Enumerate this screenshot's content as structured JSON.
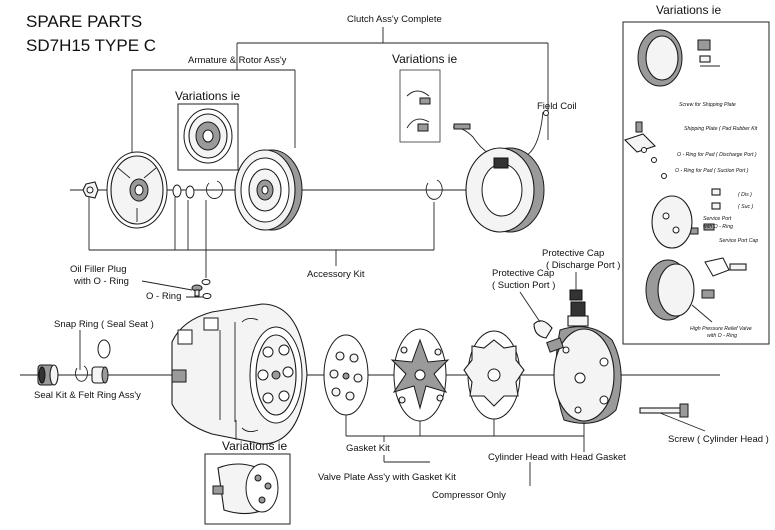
{
  "title": {
    "line1": "SPARE PARTS",
    "line2": "SD7H15 TYPE C"
  },
  "labels": {
    "clutch_assy": "Clutch Ass'y Complete",
    "armature_rotor": "Armature & Rotor Ass'y",
    "variations_top": "Variations ie",
    "variations_armature": "Variations ie",
    "variations_bottom": "Variations ie",
    "variations_right": "Variations ie",
    "field_coil": "Field Coil",
    "accessory_kit": "Accessory Kit",
    "oil_filler_plug_1": "Oil Filler Plug",
    "oil_filler_plug_2": "with O - Ring",
    "o_ring": "O - Ring",
    "snap_ring": "Snap Ring ( Seal Seat )",
    "seal_kit": "Seal Kit & Felt Ring Ass'y",
    "gasket_kit": "Gasket Kit",
    "valve_plate": "Valve Plate Ass'y with Gasket Kit",
    "compressor_only": "Compressor Only",
    "cylinder_head": "Cylinder Head with Head Gasket",
    "protective_cap_discharge_1": "Protective Cap",
    "protective_cap_discharge_2": "( Discharge Port )",
    "protective_cap_suction_1": "Protective Cap",
    "protective_cap_suction_2": "( Suction Port )",
    "screw_cylinder_head": "Screw ( Cylinder Head )"
  },
  "side_panel": {
    "screw_shipping_plate": "Screw for Shipping Plate",
    "shipping_plate": "Shipping Plate ( Pad Rubber Kit",
    "o_ring_discharge": "O - Ring for Pad ( Discharge Port )",
    "o_ring_suction": "O - Ring for Pad ( Suction Port )",
    "dis": "( Dis )",
    "suc": "( Suc )",
    "service_port_1": "Service Port",
    "service_port_2": "with O - Ring",
    "service_port_cap": "Service Port Cap",
    "relief_valve_1": "High Pressure Relief Valve",
    "relief_valve_2": "with O - Ring"
  }
}
